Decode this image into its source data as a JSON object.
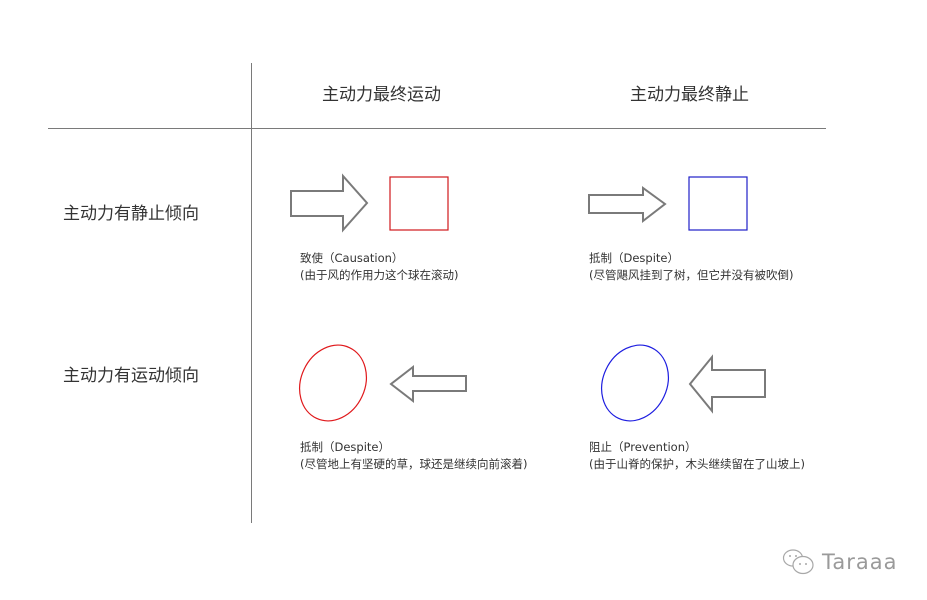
{
  "columns": [
    {
      "label": "主动力最终运动"
    },
    {
      "label": "主动力最终静止"
    }
  ],
  "rows": [
    {
      "label": "主动力有静止倾向"
    },
    {
      "label": "主动力有运动倾向"
    }
  ],
  "cells": [
    {
      "title": "致使（Causation）",
      "desc": "(由于风的作用力这个球在滚动)",
      "shape": "square",
      "shape_color": "#d0181b",
      "arrow": "right"
    },
    {
      "title": "抵制（Despite）",
      "desc": "(尽管飓风挂到了树，但它并没有被吹倒)",
      "shape": "square",
      "shape_color": "#1e1ec8",
      "arrow": "right"
    },
    {
      "title": "抵制（Despite）",
      "desc": "(尽管地上有坚硬的草，球还是继续向前滚着)",
      "shape": "ellipse",
      "shape_color": "#e0191c",
      "arrow": "left"
    },
    {
      "title": "阻止（Prevention）",
      "desc": "(由于山脊的保护，木头继续留在了山坡上)",
      "shape": "ellipse",
      "shape_color": "#1e1ee0",
      "arrow": "left"
    }
  ],
  "colors": {
    "line": "#7a7a7a",
    "arrow_stroke": "#7a7a7a"
  },
  "watermark": {
    "icon": "wechat-icon",
    "text": "Taraaa"
  }
}
